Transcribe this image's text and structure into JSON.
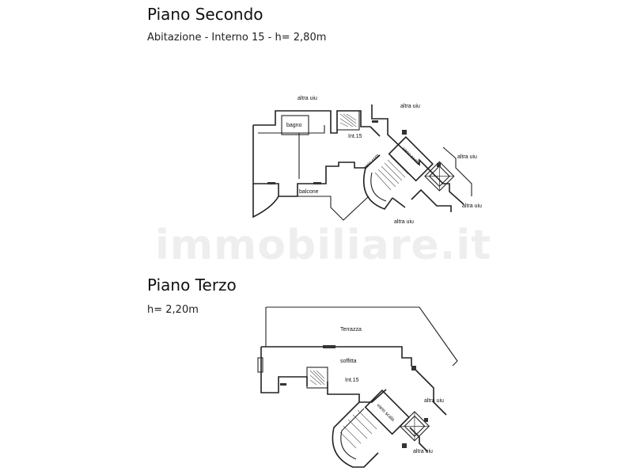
{
  "sections": {
    "second": {
      "title": "Piano Secondo",
      "subtitle": "Abitazione - Interno 15 - h= 2,80m"
    },
    "third": {
      "title": "Piano Terzo",
      "subtitle": "h= 2,20m"
    }
  },
  "watermark": "immobiliare.it",
  "second_floor_labels": {
    "altra_uiu_top_left": "altra uiu",
    "altra_uiu_top_right": "altra uiu",
    "altra_uiu_right": "altra uiu",
    "altra_uiu_right_low": "altra uiu",
    "altra_uiu_bottom": "altra uiu",
    "bagno": "bagno",
    "int": "Int.15",
    "vano_scala": "vano scala",
    "atrio_com": "atrio com.",
    "balcone": "balcone"
  },
  "third_floor_labels": {
    "terrazza": "Terrazza",
    "soffitta": "soffitta",
    "int": "Int.15",
    "vano_scala": "vano scala",
    "altra_uiu_right": "altra uiu",
    "altra_uiu_bottom": "altra uiu"
  },
  "colors": {
    "line": "#222222",
    "text": "#111111",
    "watermark": "#c8c8c8"
  }
}
